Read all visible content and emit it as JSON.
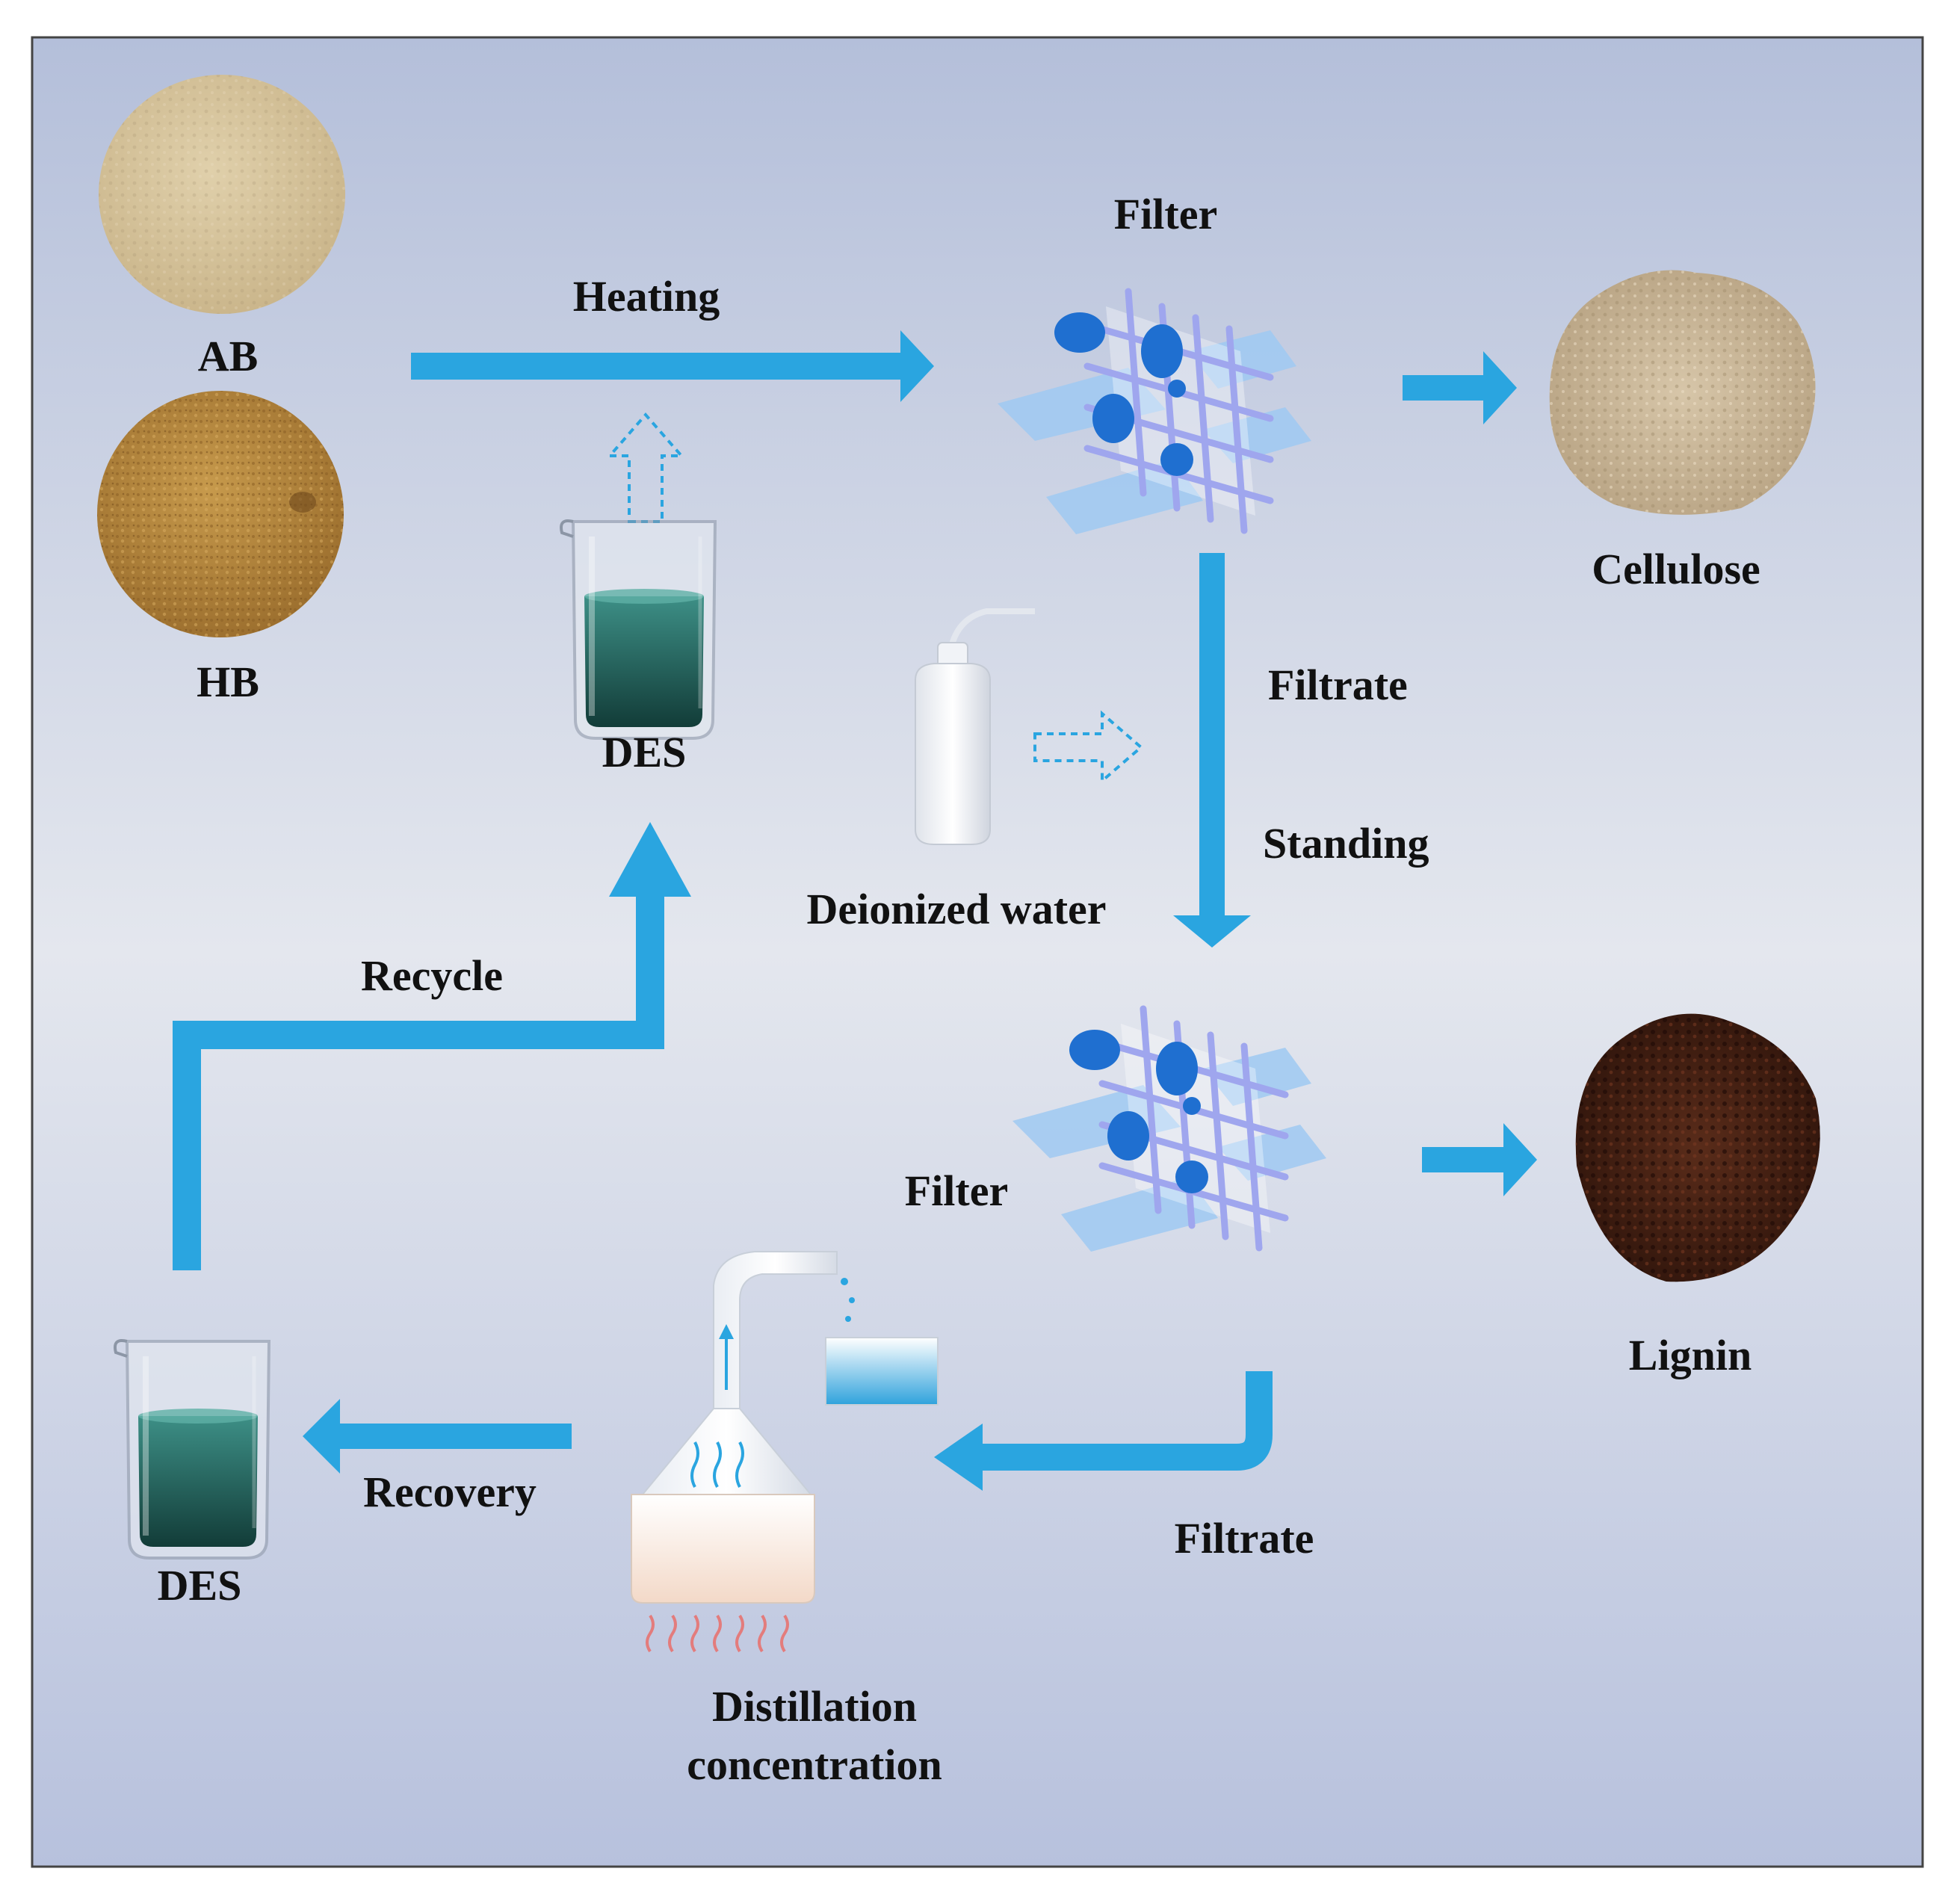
{
  "labels": {
    "ab": "AB",
    "hb": "HB",
    "heating": "Heating",
    "filter_top": "Filter",
    "cellulose": "Cellulose",
    "des_top": "DES",
    "filtrate_right": "Filtrate",
    "standing": "Standing",
    "deionized_water": "Deionized water",
    "recycle": "Recycle",
    "filter_bottom": "Filter",
    "lignin": "Lignin",
    "des_bottom": "DES",
    "recovery": "Recovery",
    "filtrate_bottom": "Filtrate",
    "distillation_line1": "Distillation",
    "distillation_line2": "concentration"
  },
  "colors": {
    "arrow": "#2aa5e0",
    "background_top": "#b4bfda",
    "background_mid": "#e4e7ee",
    "background_bottom": "#b7c1dd",
    "frame": "#444444",
    "beaker_liquid": "#1f5e5a",
    "ab_powder": "#d6c29a",
    "hb_powder": "#b8893f",
    "cellulose_powder": "#cdb99a",
    "lignin_powder": "#4a2416",
    "filter_mesh": "#9fa6ee",
    "filter_blob": "#1f6fd0"
  }
}
